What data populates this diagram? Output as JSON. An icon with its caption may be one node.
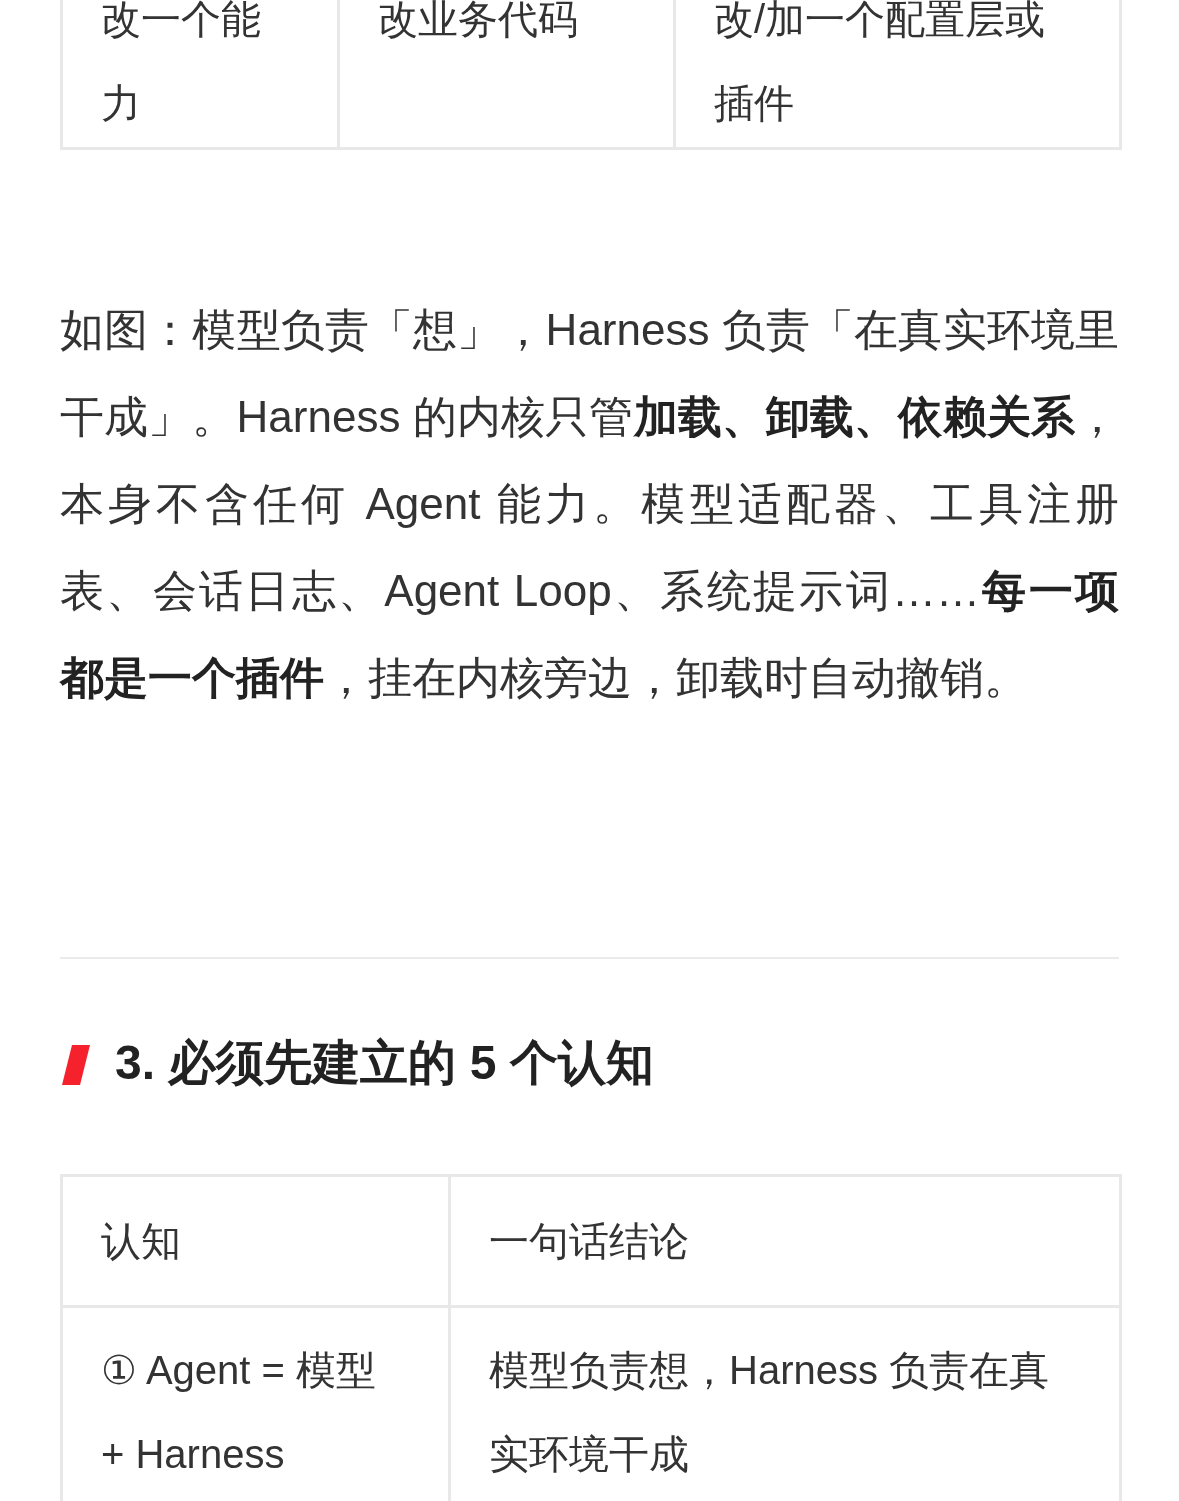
{
  "diagram": {
    "labels": [
      "改一个能力",
      "改业务代码",
      "改/加一个配置层或插件",
      "如图：模型负责「想」，Harness 负责「在真实环境里干成」。Harness 的内核只管**加载、卸载、依赖关系**，本身不含任何 Agent 能力。模型适配器、工具注册表、会话日志、Agent Loop、系统提示词……**每一项都是一个插件**，挂在内核旁边，卸载时自动撤销。",
      "3. 必须先建立的 5 个认知",
      "认知",
      "一句话结论",
      "① Agent = 模型 + Harness",
      "模型负责想，Harness 负责在真实环境干成"
    ]
  }
}
